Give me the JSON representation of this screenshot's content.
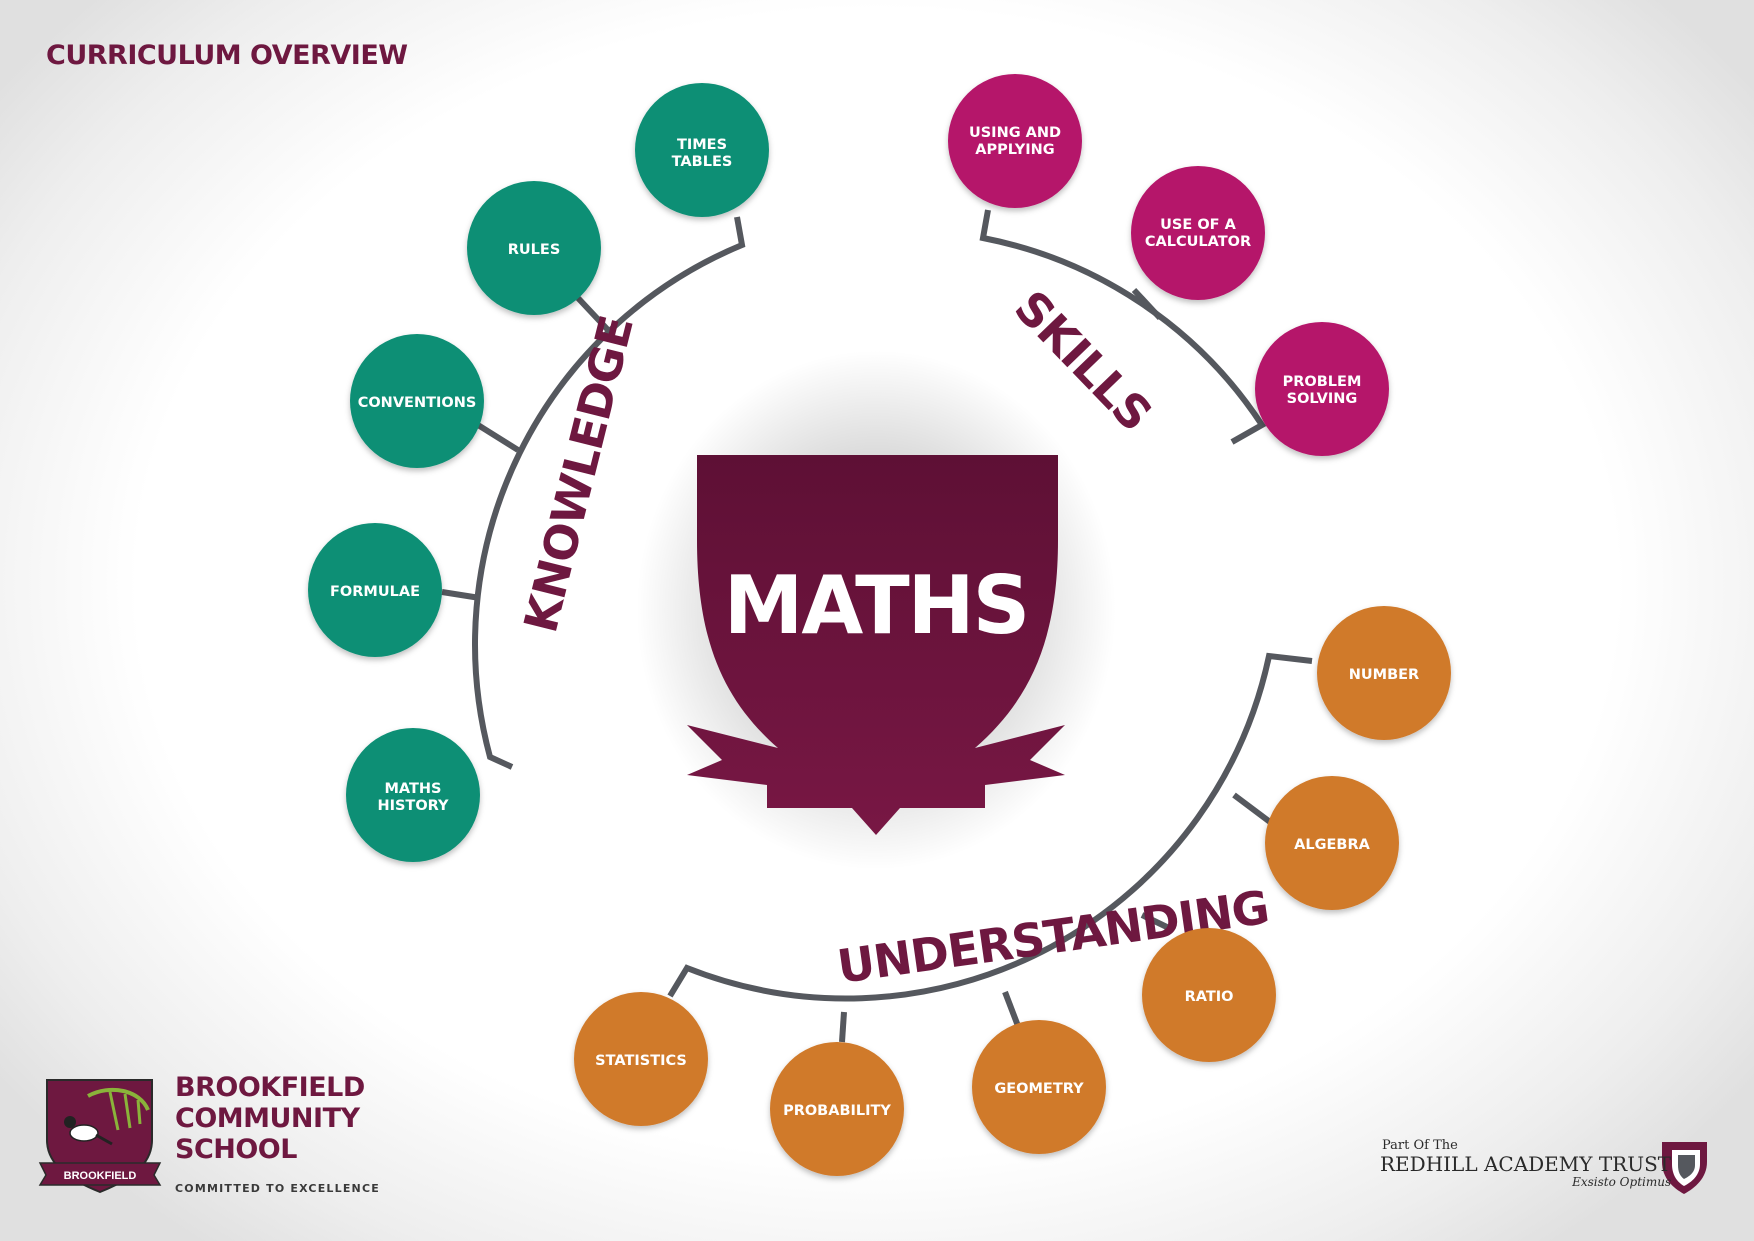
{
  "header": {
    "title": "CURRICULUM OVERVIEW"
  },
  "center": {
    "subject": "MATHS"
  },
  "groups": {
    "knowledge": {
      "label": "KNOWLEDGE",
      "color": "#0e8f75",
      "nodes": [
        {
          "lines": [
            "TIMES",
            "TABLES"
          ]
        },
        {
          "lines": [
            "RULES"
          ]
        },
        {
          "lines": [
            "CONVENTIONS"
          ]
        },
        {
          "lines": [
            "FORMULAE"
          ]
        },
        {
          "lines": [
            "MATHS",
            "HISTORY"
          ]
        }
      ]
    },
    "skills": {
      "label": "SKILLS",
      "color": "#b5186b",
      "nodes": [
        {
          "lines": [
            "USING AND",
            "APPLYING"
          ]
        },
        {
          "lines": [
            "USE OF A",
            "CALCULATOR"
          ]
        },
        {
          "lines": [
            "PROBLEM",
            "SOLVING"
          ]
        }
      ]
    },
    "understanding": {
      "label": "UNDERSTANDING",
      "color": "#d07a2b",
      "nodes": [
        {
          "lines": [
            "NUMBER"
          ]
        },
        {
          "lines": [
            "ALGEBRA"
          ]
        },
        {
          "lines": [
            "RATIO"
          ]
        },
        {
          "lines": [
            "GEOMETRY"
          ]
        },
        {
          "lines": [
            "PROBABILITY"
          ]
        },
        {
          "lines": [
            "STATISTICS"
          ]
        }
      ]
    }
  },
  "school": {
    "crest_text": "BROOKFIELD",
    "name_lines": [
      "BROOKFIELD",
      "COMMUNITY",
      "SCHOOL"
    ],
    "motto": "COMMITTED TO EXCELLENCE"
  },
  "trust": {
    "part_of": "Part Of The",
    "name": "REDHILL ACADEMY TRUST",
    "motto": "Exsisto Optimus"
  },
  "colors": {
    "brand": "#6e1840",
    "connector": "#55585e"
  }
}
